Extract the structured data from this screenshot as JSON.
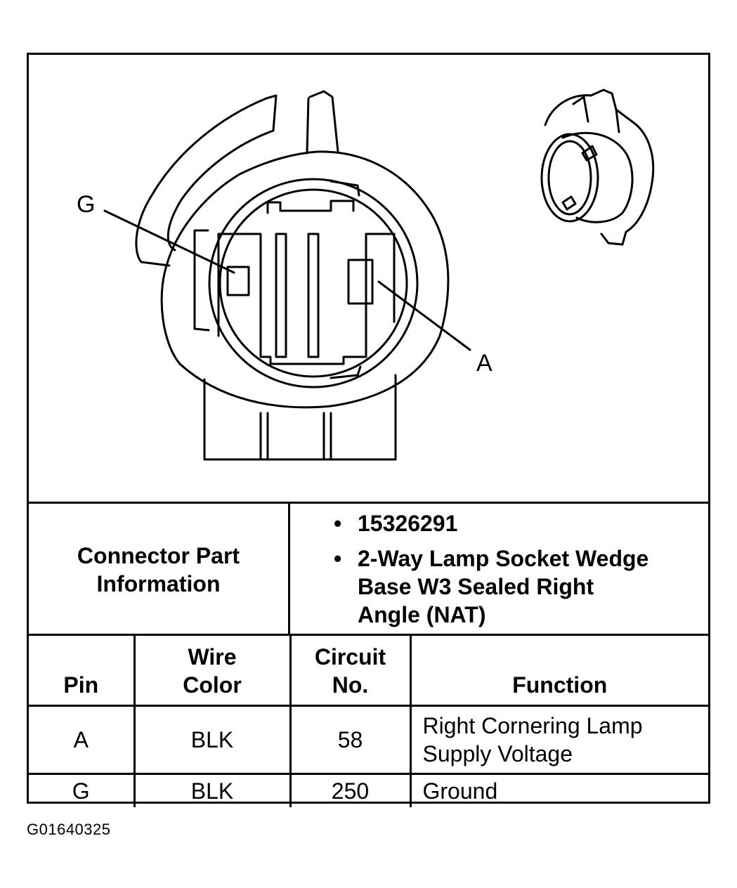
{
  "diagram": {
    "pin_labels": [
      "G",
      "A"
    ]
  },
  "connector_info": {
    "label_lines": [
      "Connector Part",
      "Information"
    ],
    "items": [
      [
        "15326291"
      ],
      [
        "2-Way Lamp Socket Wedge",
        "Base W3 Sealed Right",
        "Angle (NAT)"
      ]
    ]
  },
  "pin_table": {
    "headers": [
      [
        "Pin"
      ],
      [
        "Wire",
        "Color"
      ],
      [
        "Circuit",
        "No."
      ],
      [
        "Function"
      ]
    ],
    "rows": [
      {
        "pin": "A",
        "wire_color": "BLK",
        "circuit": "58",
        "function": [
          "Right Cornering Lamp",
          "Supply Voltage"
        ]
      },
      {
        "pin": "G",
        "wire_color": "BLK",
        "circuit": "250",
        "function": [
          "Ground"
        ]
      }
    ]
  },
  "figure_id": "G01640325"
}
